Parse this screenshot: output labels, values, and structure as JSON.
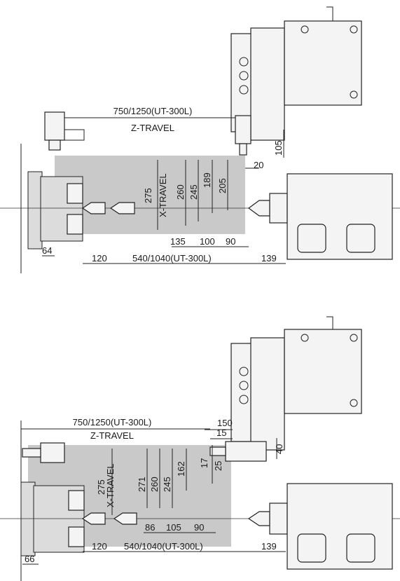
{
  "top": {
    "z_travel_value": "750/1250(UT-300L)",
    "z_travel_label": "Z-TRAVEL",
    "x_travel_label": "X-TRAVEL",
    "dims": {
      "d105": "105",
      "d20": "20",
      "d275": "275",
      "d260": "260",
      "d245": "245",
      "d189": "189",
      "d205": "205",
      "d135": "135",
      "d100": "100",
      "d90": "90",
      "d64": "64",
      "d120": "120",
      "d540": "540/1040(UT-300L)",
      "d139": "139"
    }
  },
  "bottom": {
    "z_travel_value": "750/1250(UT-300L)",
    "z_travel_label": "Z-TRAVEL",
    "x_travel_label": "X-TRAVEL",
    "dims": {
      "d150": "150",
      "d15": "15",
      "d40": "40",
      "d17": "17",
      "d25": "25",
      "d275": "275",
      "d271": "271",
      "d260": "260",
      "d245": "245",
      "d162": "162",
      "d86": "86",
      "d105": "105",
      "d90": "90",
      "d66": "66",
      "d120": "120",
      "d540": "540/1040(UT-300L)",
      "d139": "139"
    }
  }
}
